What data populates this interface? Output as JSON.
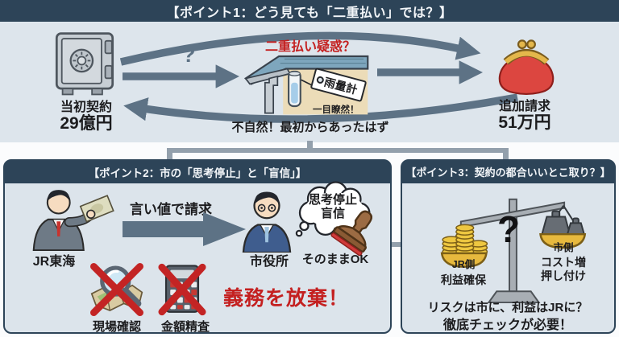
{
  "colors": {
    "header_navy": "#2d4458",
    "panel_bg": "#dce4eb",
    "accent_red": "#c42020",
    "arrow_slate": "#5d7285",
    "gold": "#e7b93e",
    "purse_red": "#dc4640"
  },
  "p1": {
    "title": "【ポイント1：どう見ても「二重払い」では？】",
    "question_mark": "?",
    "safe_caption": "当初契約",
    "safe_amount": "29億円",
    "suspicion": "二重払い疑惑？",
    "gauge_tag": "雨量計",
    "obvious": "一目瞭然！",
    "unnatural": "不自然！最初からあったはず",
    "purse_caption": "追加請求",
    "purse_amount": "51万円"
  },
  "p2": {
    "title": "【ポイント2：市の「思考停止」と「盲信」】",
    "jr_label": "JR東海",
    "claim_label": "言い値で請求",
    "city_label": "市役所",
    "bubble_line1": "思考停止",
    "bubble_line2": "盲信",
    "stamp_caption": "そのままOK",
    "crossed_out_1": "現場確認",
    "crossed_out_2": "金額精査",
    "abandon": "義務を放棄！"
  },
  "p3": {
    "title": "【ポイント3：契約の都合いいとこ取り？】",
    "question_mark": "?",
    "left_pan": "JR側",
    "left_caption": "利益確保",
    "right_pan": "市側",
    "right_caption_line1": "コスト増",
    "right_caption_line2": "押し付け",
    "note_line1": "リスクは市に、利益はJRに？",
    "note_line2": "徹底チェックが必要！"
  }
}
